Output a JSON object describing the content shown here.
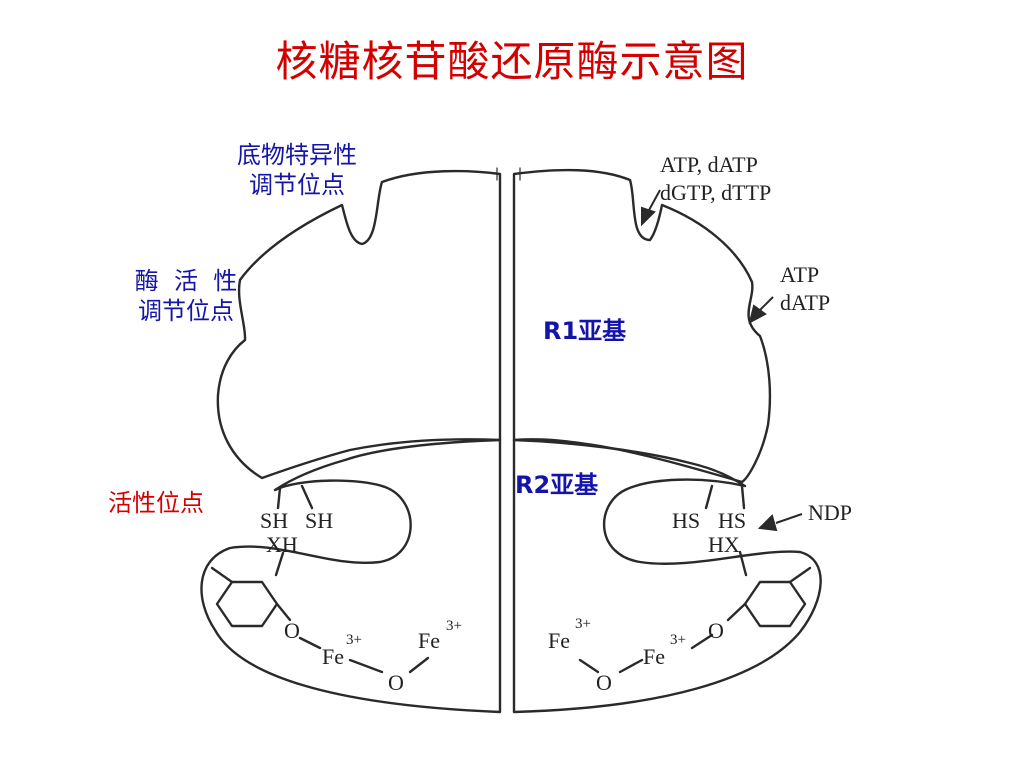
{
  "title": "核糖核苷酸还原酶示意图",
  "colors": {
    "title": "#d40000",
    "blue_label": "#1414a8",
    "red_label": "#d40000",
    "line": "#2a2a2a"
  },
  "labels": {
    "substrate_site_line1": "底物特异性",
    "substrate_site_line2": "调节位点",
    "activity_site_line1": "酶  活  性",
    "activity_site_line2": "调节位点",
    "active_site": "活性位点",
    "r1": "R1亚基",
    "r2": "R2亚基"
  },
  "effectors": {
    "spec_line1": "ATP, dATP",
    "spec_line2": "dGTP, dTTP",
    "act_line1": "ATP",
    "act_line2": "dATP",
    "substrate": "NDP"
  },
  "left_site": {
    "sh1": "SH",
    "sh2": "SH",
    "xh": "XH",
    "oxygen": "O",
    "fe1": "Fe",
    "fe1_charge": "3+",
    "fe2": "Fe",
    "fe2_charge": "3+",
    "bridge_o": "O"
  },
  "right_site": {
    "hs1": "HS",
    "hs2": "HS",
    "hx": "HX",
    "oxygen": "O",
    "fe1": "Fe",
    "fe1_charge": "3+",
    "fe2": "Fe",
    "fe2_charge": "3+",
    "bridge_o": "O"
  }
}
